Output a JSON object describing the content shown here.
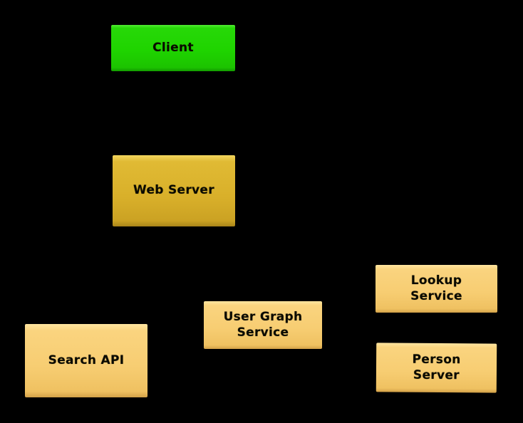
{
  "canvas": {
    "background_color": "#000000"
  },
  "diagram": {
    "nodes": [
      {
        "id": "client",
        "label": "Client",
        "fill": "#1fd400",
        "text_color": "#000000"
      },
      {
        "id": "web-server",
        "label": "Web Server",
        "fill": "#d9b02a",
        "text_color": "#000000"
      },
      {
        "id": "search-api",
        "label": "Search API",
        "fill": "#f7cd72",
        "text_color": "#000000"
      },
      {
        "id": "user-graph-service",
        "label": "User Graph\nService",
        "fill": "#f7cd72",
        "text_color": "#000000"
      },
      {
        "id": "lookup-service",
        "label": "Lookup\nService",
        "fill": "#f7cd72",
        "text_color": "#000000"
      },
      {
        "id": "person-server",
        "label": "Person\nServer",
        "fill": "#f7cd72",
        "text_color": "#000000"
      }
    ]
  }
}
